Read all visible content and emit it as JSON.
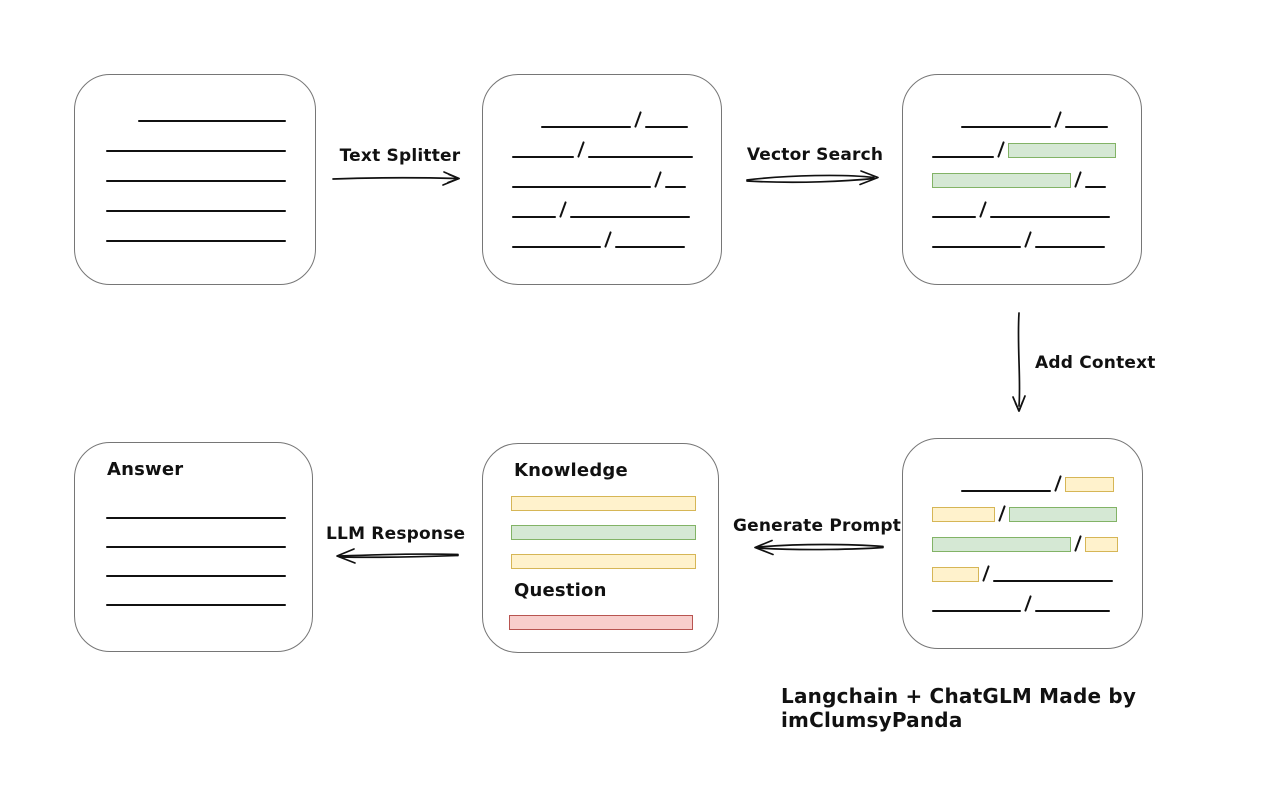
{
  "caption": "Langchain + ChatGLM Made by imClumsyPanda",
  "colors": {
    "line": "#111111",
    "box_border": "#767676",
    "green_fill": "#d5e8d4",
    "green_border": "#82b366",
    "yellow_fill": "#fff2cc",
    "yellow_border": "#d6b656",
    "red_fill": "#f8cecc",
    "red_border": "#b85450"
  },
  "arrows": {
    "text_splitter": {
      "label": "Text Splitter",
      "direction": "right"
    },
    "vector_search": {
      "label": "Vector Search",
      "direction": "right"
    },
    "add_context": {
      "label": "Add Context",
      "direction": "down"
    },
    "generate_prompt": {
      "label": "Generate Prompt",
      "direction": "left"
    },
    "llm_response": {
      "label": "LLM Response",
      "direction": "left"
    }
  },
  "boxes": {
    "document": {
      "lines": [
        {
          "indent": 32,
          "w": 148
        },
        {
          "indent": 0,
          "w": 180
        },
        {
          "indent": 0,
          "w": 180
        },
        {
          "indent": 0,
          "w": 180
        },
        {
          "indent": 0,
          "w": 180
        }
      ]
    },
    "chunks": {
      "rows": [
        {
          "indent": 29,
          "segs": [
            {
              "t": "line",
              "w": 90
            },
            {
              "t": "slash"
            },
            {
              "t": "line",
              "w": 43
            }
          ]
        },
        {
          "indent": 0,
          "segs": [
            {
              "t": "line",
              "w": 62
            },
            {
              "t": "slash"
            },
            {
              "t": "line",
              "w": 105
            }
          ]
        },
        {
          "indent": 0,
          "segs": [
            {
              "t": "line",
              "w": 139
            },
            {
              "t": "slash"
            },
            {
              "t": "line",
              "w": 21
            }
          ]
        },
        {
          "indent": 0,
          "segs": [
            {
              "t": "line",
              "w": 44
            },
            {
              "t": "slash"
            },
            {
              "t": "line",
              "w": 120
            }
          ]
        },
        {
          "indent": 0,
          "segs": [
            {
              "t": "line",
              "w": 89
            },
            {
              "t": "slash"
            },
            {
              "t": "line",
              "w": 70
            }
          ]
        }
      ]
    },
    "retrieved": {
      "rows": [
        {
          "indent": 29,
          "segs": [
            {
              "t": "line",
              "w": 90
            },
            {
              "t": "slash"
            },
            {
              "t": "line",
              "w": 43
            }
          ]
        },
        {
          "indent": 0,
          "segs": [
            {
              "t": "line",
              "w": 62
            },
            {
              "t": "slash"
            },
            {
              "t": "rect",
              "c": "green",
              "w": 106
            }
          ]
        },
        {
          "indent": 0,
          "segs": [
            {
              "t": "rect",
              "c": "green",
              "w": 137
            },
            {
              "t": "slash"
            },
            {
              "t": "line",
              "w": 21
            }
          ]
        },
        {
          "indent": 0,
          "segs": [
            {
              "t": "line",
              "w": 44
            },
            {
              "t": "slash"
            },
            {
              "t": "line",
              "w": 120
            }
          ]
        },
        {
          "indent": 0,
          "segs": [
            {
              "t": "line",
              "w": 89
            },
            {
              "t": "slash"
            },
            {
              "t": "line",
              "w": 70
            }
          ]
        }
      ]
    },
    "context": {
      "rows": [
        {
          "indent": 29,
          "segs": [
            {
              "t": "line",
              "w": 90
            },
            {
              "t": "slash"
            },
            {
              "t": "rect",
              "c": "yellow",
              "w": 47
            }
          ]
        },
        {
          "indent": 0,
          "segs": [
            {
              "t": "rect",
              "c": "yellow",
              "w": 61
            },
            {
              "t": "slash"
            },
            {
              "t": "rect",
              "c": "green",
              "w": 106
            }
          ]
        },
        {
          "indent": 0,
          "segs": [
            {
              "t": "rect",
              "c": "green",
              "w": 137
            },
            {
              "t": "slash"
            },
            {
              "t": "rect",
              "c": "yellow",
              "w": 31
            }
          ]
        },
        {
          "indent": 0,
          "segs": [
            {
              "t": "rect",
              "c": "yellow",
              "w": 45
            },
            {
              "t": "slash"
            },
            {
              "t": "line",
              "w": 120
            }
          ]
        },
        {
          "indent": 0,
          "segs": [
            {
              "t": "line",
              "w": 89
            },
            {
              "t": "slash"
            },
            {
              "t": "line",
              "w": 75
            }
          ]
        }
      ]
    },
    "prompt": {
      "knowledge_label": "Knowledge",
      "question_label": "Question",
      "knowledge_bars": [
        {
          "c": "yellow"
        },
        {
          "c": "green"
        },
        {
          "c": "yellow"
        }
      ],
      "question_bars": [
        {
          "c": "red"
        }
      ]
    },
    "answer": {
      "label": "Answer",
      "lines": [
        {
          "indent": 0,
          "w": 180
        },
        {
          "indent": 0,
          "w": 180
        },
        {
          "indent": 0,
          "w": 180
        },
        {
          "indent": 0,
          "w": 180
        }
      ]
    }
  }
}
